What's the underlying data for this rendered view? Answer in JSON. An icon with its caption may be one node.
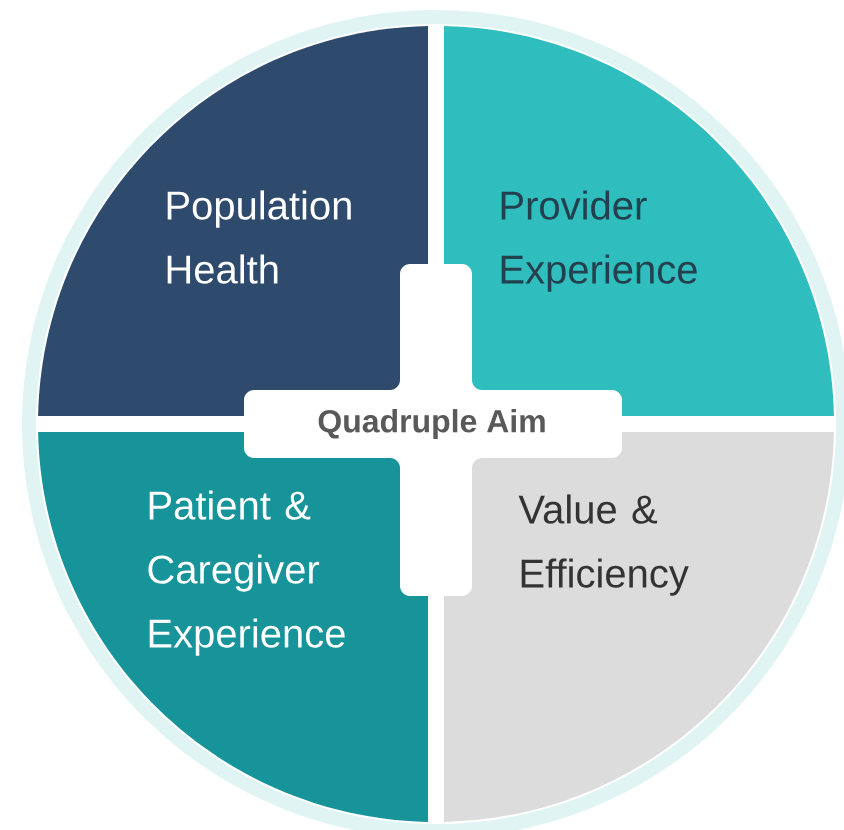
{
  "diagram": {
    "nodes": [
      {
        "text": [
          "Population Health"
        ]
      },
      {
        "text": [
          "Provider Experience"
        ]
      },
      {
        "text": [
          "Quadruple Aim"
        ]
      },
      {
        "text": [
          "Patient & Caregiver Experience"
        ]
      },
      {
        "text": [
          "Value & Efficiency"
        ]
      }
    ]
  }
}
